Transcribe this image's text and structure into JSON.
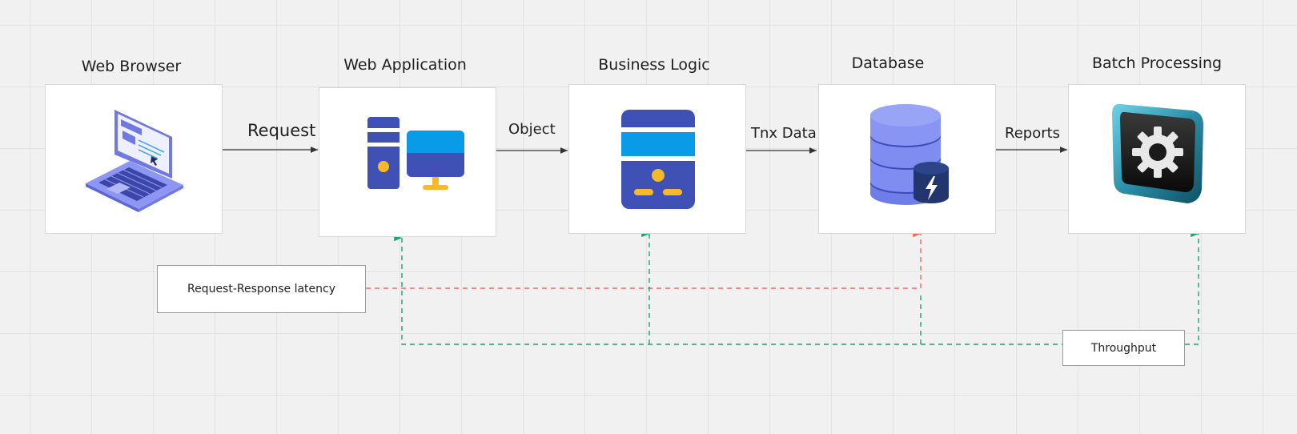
{
  "nodes": {
    "web_browser": "Web Browser",
    "web_application": "Web Application",
    "business_logic": "Business Logic",
    "database": "Database",
    "batch_processing": "Batch Processing"
  },
  "edges": {
    "request": "Request",
    "object": "Object",
    "tnx_data": "Tnx Data",
    "reports": "Reports"
  },
  "notes": {
    "latency": "Request-Response latency",
    "throughput": "Throughput"
  },
  "colors": {
    "latency_line": "#f2685c",
    "throughput_line": "#1aa37a",
    "primary_blue": "#3f51b5",
    "light_blue": "#0a9be8",
    "accent_yellow": "#f7b928"
  }
}
